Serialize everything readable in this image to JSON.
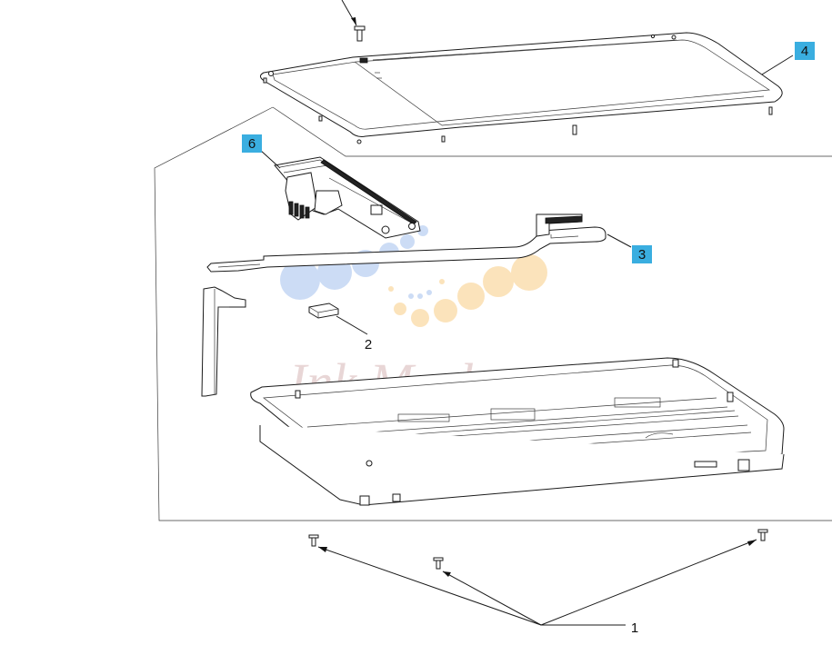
{
  "callouts": {
    "part1": "1",
    "part2": "2",
    "part3": "3",
    "part4": "4",
    "part6": "6"
  },
  "watermark": {
    "text": "Ink Market",
    "colors": {
      "blue": "#5a8de0",
      "orange": "#f5a623"
    }
  },
  "colors": {
    "callout_highlight": "#3aaee0"
  }
}
